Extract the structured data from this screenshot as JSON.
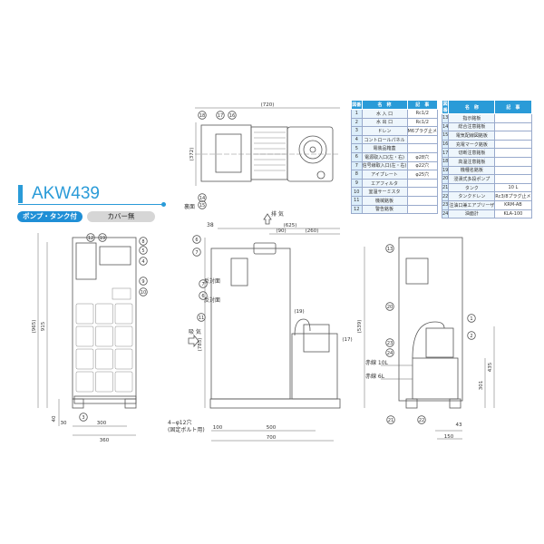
{
  "model": "AKW439",
  "badges": {
    "pump_tank": "ポンプ・タンク付",
    "cover": "カバー無"
  },
  "table_headers": {
    "no": "図番",
    "name": "名　称",
    "note": "記　事"
  },
  "parts_left": [
    {
      "no": "1",
      "name": "水 入 口",
      "note": "Rc1/2"
    },
    {
      "no": "2",
      "name": "水 出 口",
      "note": "Rc1/2"
    },
    {
      "no": "3",
      "name": "ドレン",
      "note": "M6プラグ止メ"
    },
    {
      "no": "4",
      "name": "コントロールパネル",
      "note": ""
    },
    {
      "no": "5",
      "name": "電装品箱蓋",
      "note": ""
    },
    {
      "no": "6",
      "name": "電源取入口(左・右)",
      "note": "φ28穴"
    },
    {
      "no": "7",
      "name": "信号線取入口(左・右)",
      "note": "φ22穴"
    },
    {
      "no": "8",
      "name": "アイプレート",
      "note": "φ25穴"
    },
    {
      "no": "9",
      "name": "エアフィルタ",
      "note": ""
    },
    {
      "no": "10",
      "name": "室温サーミスタ",
      "note": ""
    },
    {
      "no": "11",
      "name": "機械銘板",
      "note": ""
    },
    {
      "no": "12",
      "name": "警告銘板",
      "note": ""
    }
  ],
  "parts_right": [
    {
      "no": "13",
      "name": "指示銘板",
      "note": ""
    },
    {
      "no": "14",
      "name": "総合注意銘板",
      "note": ""
    },
    {
      "no": "15",
      "name": "電気配線図銘板",
      "note": ""
    },
    {
      "no": "16",
      "name": "充電マーク銘板",
      "note": ""
    },
    {
      "no": "17",
      "name": "切断注意銘板",
      "note": ""
    },
    {
      "no": "18",
      "name": "高温注意銘板",
      "note": ""
    },
    {
      "no": "19",
      "name": "機種名銘板",
      "note": ""
    },
    {
      "no": "20",
      "name": "浸漬式多段ポンプ",
      "note": ""
    },
    {
      "no": "21",
      "name": "タンク",
      "note": "10 L"
    },
    {
      "no": "22",
      "name": "タンクドレン",
      "note": "Rc3/8プラグ止メ"
    },
    {
      "no": "23",
      "name": "注油口兼エアブリーザ",
      "note": "KRM-AB"
    },
    {
      "no": "24",
      "name": "油面計",
      "note": "KLA-100"
    }
  ],
  "top_view": {
    "width_dim": "(720)",
    "depth_dim": "(372)",
    "back_label": "裏面",
    "callouts": [
      "18",
      "17",
      "16",
      "14",
      "15"
    ]
  },
  "front_view": {
    "height_total": "(965)",
    "height_body": "915",
    "foot_h": "40",
    "offset": "30",
    "pitch": "300",
    "width": "360",
    "callouts": [
      "12",
      "19",
      "8",
      "5",
      "4",
      "9",
      "10",
      "3"
    ]
  },
  "side_view": {
    "exhaust": "排 気",
    "intake": "吸 気",
    "dim_38": "38",
    "dim_625": "(625)",
    "dim_90": "(90)",
    "dim_260": "(260)",
    "dim_19": "(19)",
    "dim_17": "(17)",
    "height_785": "(785)",
    "height_539": "(539)",
    "dim_100": "100",
    "dim_500": "500",
    "dim_700": "700",
    "opposite_side": "反対面",
    "bolt_note_1": "4−φ12穴",
    "bolt_note_2": "(固定ボルト用)",
    "callouts": [
      "6",
      "7",
      "7",
      "6",
      "11"
    ]
  },
  "right_view": {
    "red_10l": "赤線 10L",
    "red_6l": "赤線 6L",
    "dim_435": "435",
    "dim_301": "301",
    "dim_43": "43",
    "dim_150": "150",
    "callouts": [
      "13",
      "20",
      "1",
      "2",
      "23",
      "24",
      "21",
      "22"
    ]
  }
}
